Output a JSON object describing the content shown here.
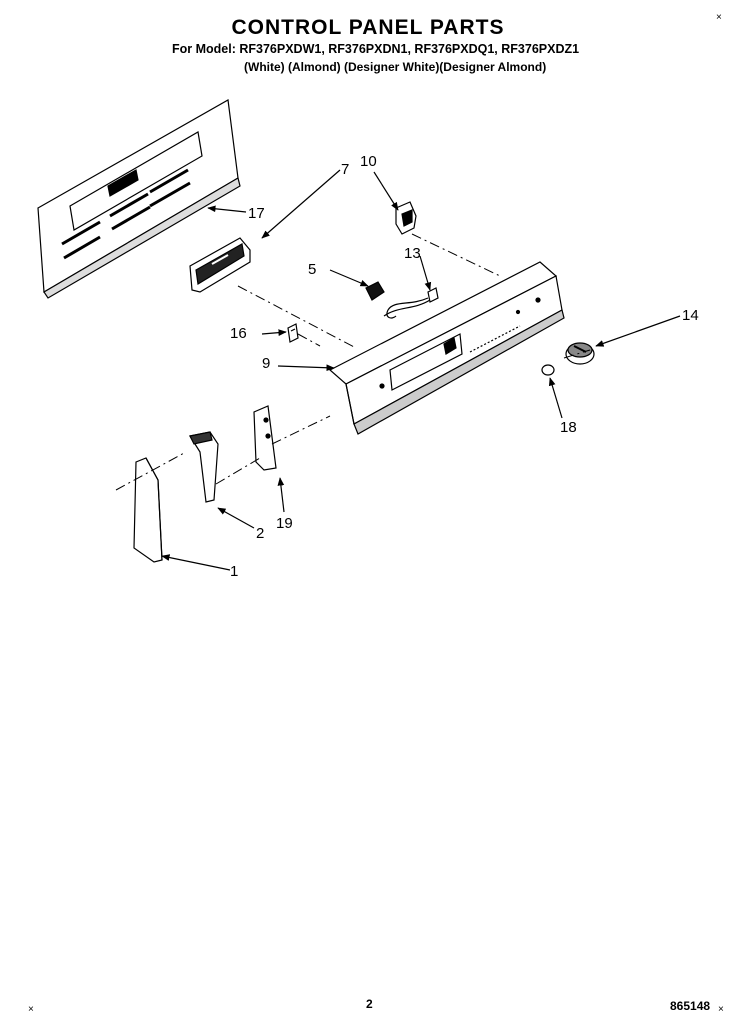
{
  "header": {
    "title": "CONTROL PANEL PARTS",
    "models": "For Model: RF376PXDW1, RF376PXDN1, RF376PXDQ1, RF376PXDZ1",
    "colors": "(White)    (Almond) (Designer White)(Designer Almond)"
  },
  "callouts": {
    "c1": "1",
    "c2": "2",
    "c5": "5",
    "c7": "7",
    "c9": "9",
    "c10": "10",
    "c13": "13",
    "c14": "14",
    "c16": "16",
    "c17": "17",
    "c18": "18",
    "c19": "19"
  },
  "footer": {
    "page_number": "2",
    "document_number": "865148"
  },
  "corner_marks": {
    "mark": "×"
  }
}
